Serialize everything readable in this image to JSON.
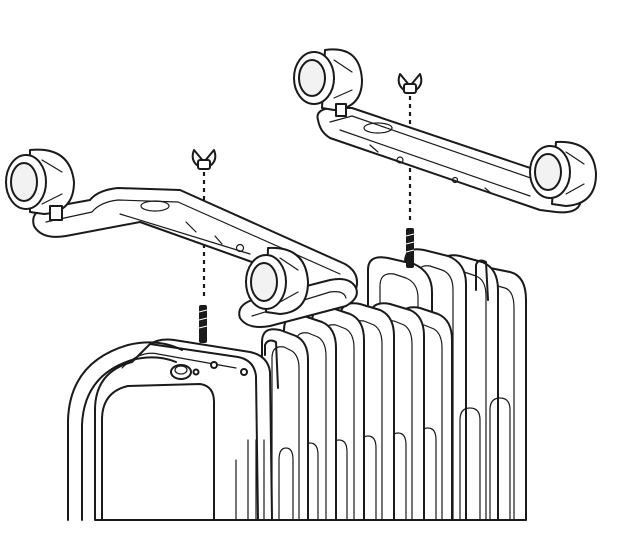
{
  "figure": {
    "description_text": "",
    "parts": [
      "castor-wheel-bracket",
      "wing-nut",
      "threaded-stud",
      "radiator-fins",
      "control-housing"
    ]
  }
}
